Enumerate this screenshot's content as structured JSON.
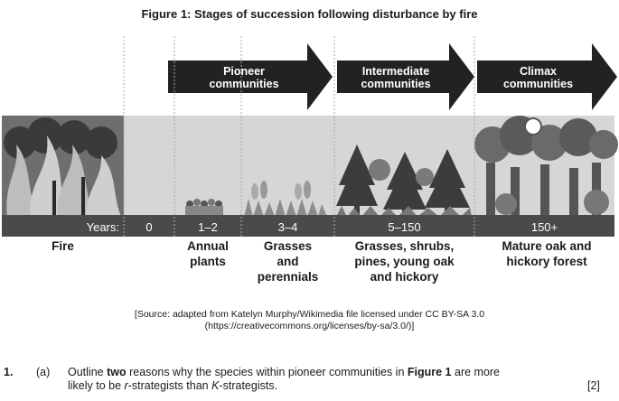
{
  "figure": {
    "title": "Figure 1: Stages of succession following disturbance by fire",
    "arrows": [
      {
        "label_line1": "Pioneer",
        "label_line2": "communities"
      },
      {
        "label_line1": "Intermediate",
        "label_line2": "communities"
      },
      {
        "label_line1": "Climax",
        "label_line2": "communities"
      }
    ],
    "years_label": "Years:",
    "years": [
      "0",
      "1–2",
      "3–4",
      "5–150",
      "150+"
    ],
    "stages": {
      "fire": "Fire",
      "annual_l1": "Annual",
      "annual_l2": "plants",
      "grasses_l1": "Grasses",
      "grasses_l2": "and",
      "grasses_l3": "perennials",
      "shrubs_l1": "Grasses, shrubs,",
      "shrubs_l2": "pines, young oak",
      "shrubs_l3": "and hickory",
      "climax_l1": "Mature oak and",
      "climax_l2": "hickory forest"
    }
  },
  "source": {
    "line1": "[Source: adapted from Katelyn Murphy/Wikimedia file licensed under CC BY-SA 3.0",
    "line2": "(https://creativecommons.org/licenses/by-sa/3.0/)]"
  },
  "question": {
    "number": "1.",
    "part": "(a)",
    "text_pre": "Outline ",
    "text_bold1": "two",
    "text_mid": " reasons why the species within pioneer communities in ",
    "text_bold2": "Figure 1",
    "text_post": " are more",
    "line2_pre": "likely to be ",
    "line2_r": "r",
    "line2_mid": "-strategists than ",
    "line2_k": "K",
    "line2_post": "-strategists.",
    "marks": "[2]"
  }
}
